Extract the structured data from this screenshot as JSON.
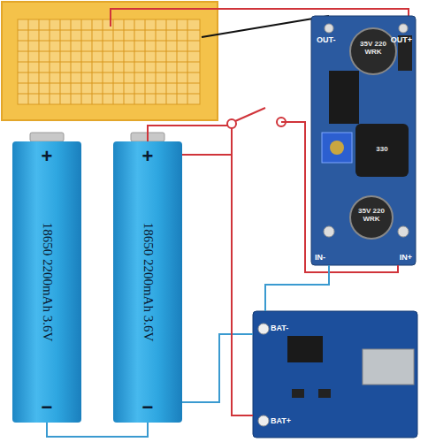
{
  "diagram": {
    "nodes": [
      {
        "text": [
          "+",
          "18650 2200mAh 3.6V",
          "−"
        ]
      },
      {
        "text": [
          "+",
          "18650 2200mAh 3.6V",
          "−"
        ]
      },
      {
        "text": [
          "OUT-",
          "OUT+",
          "IN-",
          "IN+"
        ]
      },
      {
        "text": [
          "BAT-",
          "BAT+"
        ]
      }
    ],
    "edges": [
      {
        "from": 1,
        "to": 2,
        "arrow": "none"
      },
      {
        "from": 0,
        "to": 1,
        "arrow": "none"
      },
      {
        "from": 1,
        "to": 3,
        "arrow": "none"
      },
      {
        "from": 3,
        "to": 2,
        "arrow": "none"
      },
      {
        "from": 1,
        "to": 3,
        "arrow": "none"
      }
    ],
    "labels": [
      "35V 220 WRK",
      "330",
      "35V 220 WRK"
    ]
  }
}
